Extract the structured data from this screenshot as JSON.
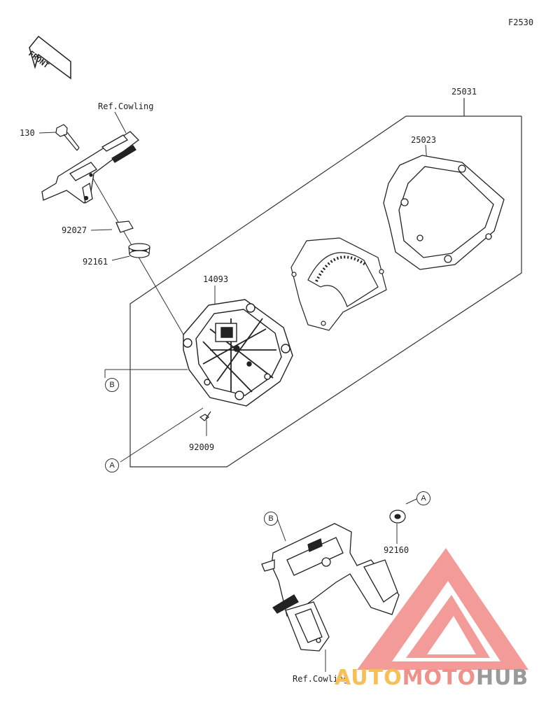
{
  "diagram": {
    "code": "F2530",
    "front_label": "FRONT",
    "colors": {
      "line": "#333333",
      "part_fill": "#ffffff",
      "part_dark": "#222222",
      "watermark_red": "#ef4b4b",
      "watermark_orange": "#f6bf57"
    },
    "parts": {
      "p25031": "25031",
      "p25023": "25023",
      "p14093": "14093",
      "p130": "130",
      "p92027": "92027",
      "p92161": "92161",
      "p92009": "92009",
      "p92160": "92160"
    },
    "ref_labels": {
      "top": "Ref.Cowling",
      "bottom": "Ref.Cowling"
    },
    "callouts": {
      "a1": "A",
      "a2": "A",
      "b1": "B",
      "b2": "B"
    }
  },
  "watermark": {
    "part1": "AUTO",
    "part2": "MOTO",
    "part3": "HUB"
  }
}
